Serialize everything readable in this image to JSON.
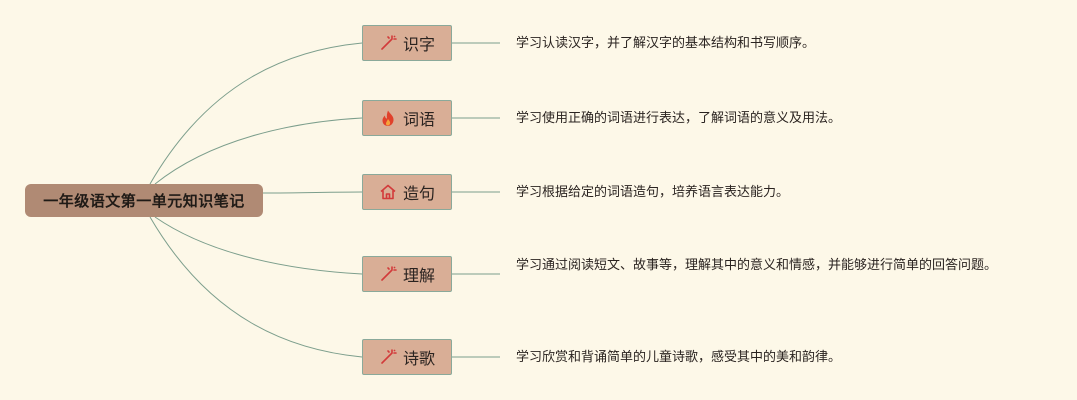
{
  "root": {
    "label": "一年级语文第一单元知识笔记"
  },
  "branches": [
    {
      "label": "识字",
      "icon": "magic-wand-icon",
      "detail": "学习认读汉字，并了解汉字的基本结构和书写顺序。"
    },
    {
      "label": "词语",
      "icon": "fire-icon",
      "detail": "学习使用正确的词语进行表达，了解词语的意义及用法。"
    },
    {
      "label": "造句",
      "icon": "home-icon",
      "detail": "学习根据给定的词语造句，培养语言表达能力。"
    },
    {
      "label": "理解",
      "icon": "magic-wand-icon",
      "detail": "学习通过阅读短文、故事等，理解其中的意义和情感，并能够进行简单的回答问题。"
    },
    {
      "label": "诗歌",
      "icon": "magic-wand-icon",
      "detail": "学习欣赏和背诵简单的儿童诗歌，感受其中的美和韵律。"
    }
  ],
  "colors": {
    "background": "#fdf8e8",
    "root_fill": "#b08a74",
    "branch_fill": "#d9ae96",
    "branch_border": "#8aa99a",
    "connector": "#7c9e8c",
    "icon_accent": "#d23a3a"
  }
}
